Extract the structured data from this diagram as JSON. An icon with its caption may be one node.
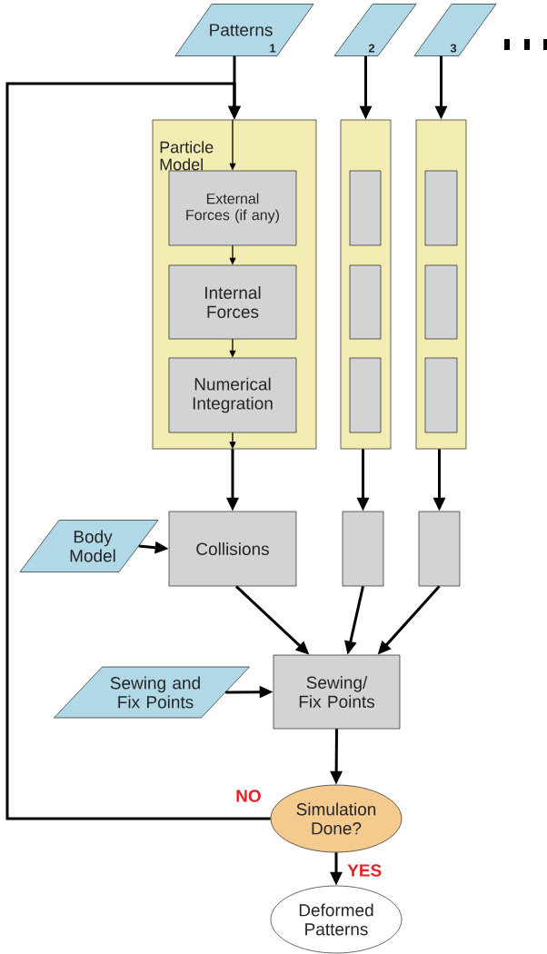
{
  "diagram": {
    "nodes": [
      {
        "text": [
          "Patterns",
          "1"
        ]
      },
      {
        "text": [
          "2"
        ]
      },
      {
        "text": [
          "3"
        ]
      },
      {
        "text": [
          "Particle Model"
        ]
      },
      {
        "text": [
          "External Forces (if any)"
        ],
        "in": 3
      },
      {
        "text": [
          "Internal Forces"
        ],
        "in": 3
      },
      {
        "text": [
          "Numerical Integration"
        ],
        "in": 3
      },
      {
        "text": [],
        "shape": "box"
      },
      {
        "text": [],
        "shape": "box",
        "in": 7
      },
      {
        "text": [],
        "shape": "box",
        "in": 7
      },
      {
        "text": [],
        "shape": "box",
        "in": 7
      },
      {
        "text": [],
        "shape": "box"
      },
      {
        "text": [],
        "shape": "box",
        "in": 11
      },
      {
        "text": [],
        "shape": "box",
        "in": 11
      },
      {
        "text": [],
        "shape": "box",
        "in": 11
      },
      {
        "text": [
          "Body Model"
        ]
      },
      {
        "text": [
          "Collisions"
        ]
      },
      {
        "text": [],
        "shape": "box"
      },
      {
        "text": [],
        "shape": "box"
      },
      {
        "text": [
          "Sewing and Fix Points"
        ]
      },
      {
        "text": [
          "Sewing/ Fix Points"
        ]
      },
      {
        "text": [
          "Simulation Done?"
        ]
      },
      {
        "text": [
          "Deformed Patterns"
        ]
      }
    ],
    "edges": [
      {
        "from": 0,
        "to": 3,
        "arrow": "to"
      },
      {
        "from": 3,
        "to": 4,
        "arrow": "to"
      },
      {
        "from": 4,
        "to": 5,
        "arrow": "to"
      },
      {
        "from": 5,
        "to": 6,
        "arrow": "to"
      },
      {
        "from": 6,
        "to": 3,
        "arrow": "to"
      },
      {
        "from": 1,
        "to": 7,
        "arrow": "to"
      },
      {
        "from": 2,
        "to": 11,
        "arrow": "to"
      },
      {
        "from": 3,
        "to": 16,
        "arrow": "to"
      },
      {
        "from": 7,
        "to": 17,
        "arrow": "to"
      },
      {
        "from": 11,
        "to": 18,
        "arrow": "to"
      },
      {
        "from": 15,
        "to": 16,
        "arrow": "to"
      },
      {
        "from": 16,
        "to": 20,
        "arrow": "to"
      },
      {
        "from": 17,
        "to": 20,
        "arrow": "to"
      },
      {
        "from": 18,
        "to": 20,
        "arrow": "to"
      },
      {
        "from": 19,
        "to": 20,
        "arrow": "to"
      },
      {
        "from": 20,
        "to": 21,
        "arrow": "to"
      },
      {
        "from": 21,
        "to": 3,
        "arrow": "to",
        "label": "NO"
      },
      {
        "from": 21,
        "to": 22,
        "arrow": "to",
        "label": "YES"
      }
    ]
  }
}
